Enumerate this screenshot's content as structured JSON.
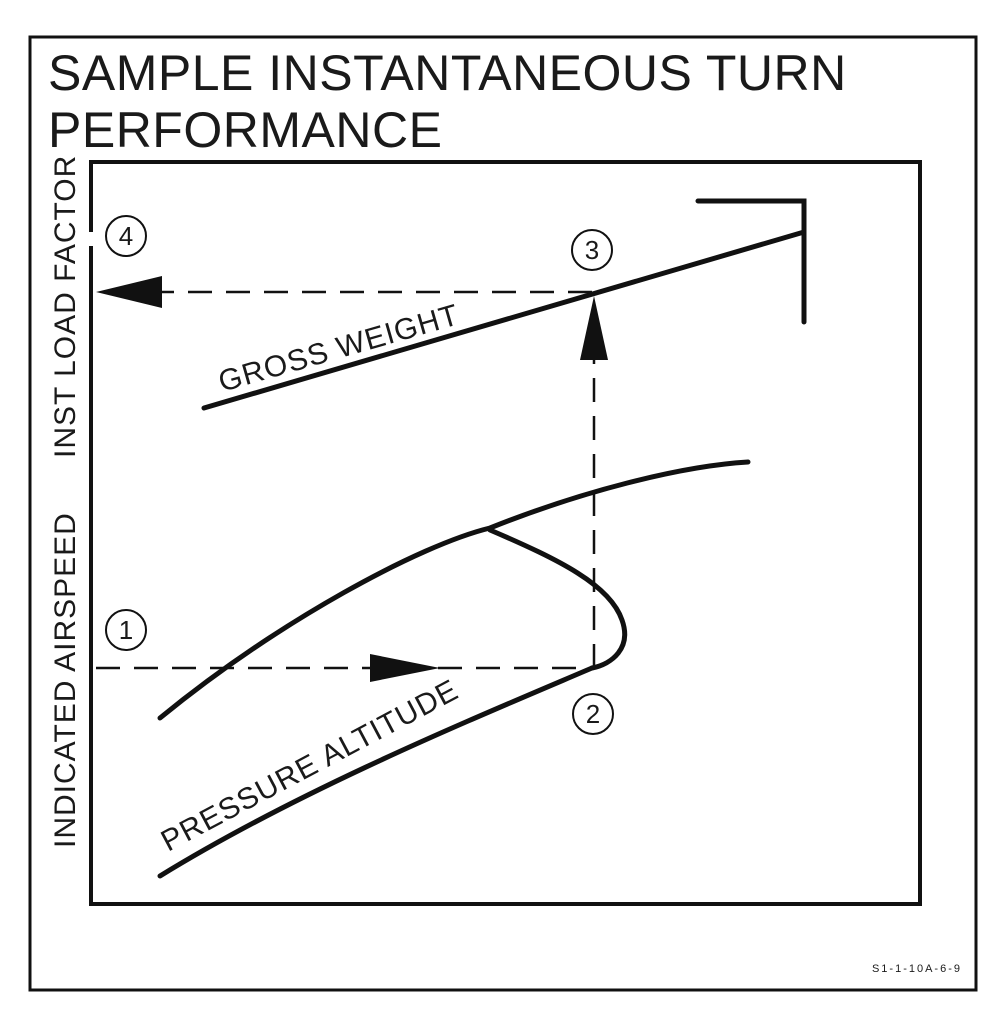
{
  "title_line1": "SAMPLE INSTANTANEOUS TURN",
  "title_line2": "PERFORMANCE",
  "y_axis_upper_label": "INST LOAD FACTOR",
  "y_axis_lower_label": "INDICATED AIRSPEED",
  "curves": {
    "gross_weight": "GROSS WEIGHT",
    "pressure_altitude": "PRESSURE ALTITUDE"
  },
  "step_markers": [
    "1",
    "2",
    "3",
    "4"
  ],
  "figure_id": "S1-1-10A-6-9"
}
